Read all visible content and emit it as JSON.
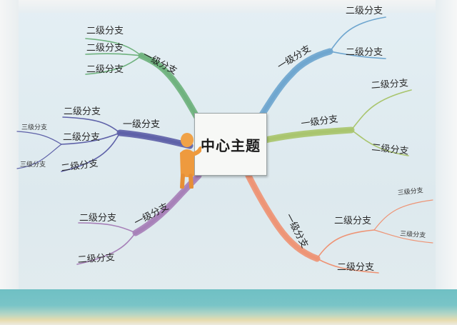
{
  "center": {
    "title": "中心主题"
  },
  "branches": [
    {
      "id": "ul",
      "label": "一级分支",
      "color": "#6fb27e",
      "subs": [
        {
          "label": "二级分支",
          "subs": []
        },
        {
          "label": "二级分支",
          "subs": []
        },
        {
          "label": "二级分支",
          "subs": []
        }
      ]
    },
    {
      "id": "ml",
      "label": "一级分支",
      "color": "#5e61a8",
      "subs": [
        {
          "label": "二级分支",
          "subs": []
        },
        {
          "label": "二级分支",
          "subs": [
            {
              "label": "三级分支"
            },
            {
              "label": "三级分支"
            }
          ]
        },
        {
          "label": "二级分支",
          "subs": []
        }
      ]
    },
    {
      "id": "ll",
      "label": "一级分支",
      "color": "#a780b8",
      "subs": [
        {
          "label": "二级分支",
          "subs": []
        },
        {
          "label": "二级分支",
          "subs": []
        }
      ]
    },
    {
      "id": "ur",
      "label": "一级分支",
      "color": "#6fa6cf",
      "subs": [
        {
          "label": "二级分支",
          "subs": []
        },
        {
          "label": "二级分支",
          "subs": []
        }
      ]
    },
    {
      "id": "mr",
      "label": "一级分支",
      "color": "#a9c56e",
      "subs": [
        {
          "label": "二级分支",
          "subs": []
        },
        {
          "label": "二级分支",
          "subs": []
        }
      ]
    },
    {
      "id": "lr",
      "label": "一级分支",
      "color": "#ee9475",
      "subs": [
        {
          "label": "二级分支",
          "subs": [
            {
              "label": "三级分支"
            },
            {
              "label": "三级分支"
            }
          ]
        },
        {
          "label": "二级分支",
          "subs": []
        }
      ]
    }
  ]
}
